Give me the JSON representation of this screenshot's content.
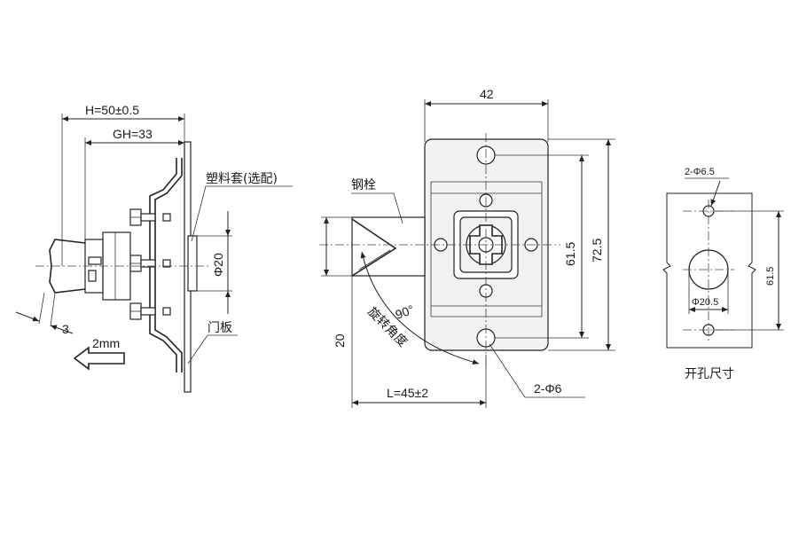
{
  "side_view": {
    "dim_h": "H=50±0.5",
    "dim_gh": "GH=33",
    "label_sleeve": "塑料套(选配)",
    "dim_phi20": "Φ20",
    "label_door": "门板",
    "dim_3": "3",
    "label_2mm": "2mm"
  },
  "front_view": {
    "dim_42": "42",
    "label_bolt": "钢栓",
    "dim_61_5": "61.5",
    "dim_72_5": "72.5",
    "dim_20": "20",
    "angle_90": "90°",
    "label_rotation": "旋转角度",
    "dim_l": "L=45±2",
    "dim_holes": "2-Φ6"
  },
  "cutout_view": {
    "dim_holes": "2-Φ6.5",
    "dim_61_5": "61.5",
    "dim_phi20_5": "Φ20.5",
    "title": "开孔尺寸"
  }
}
